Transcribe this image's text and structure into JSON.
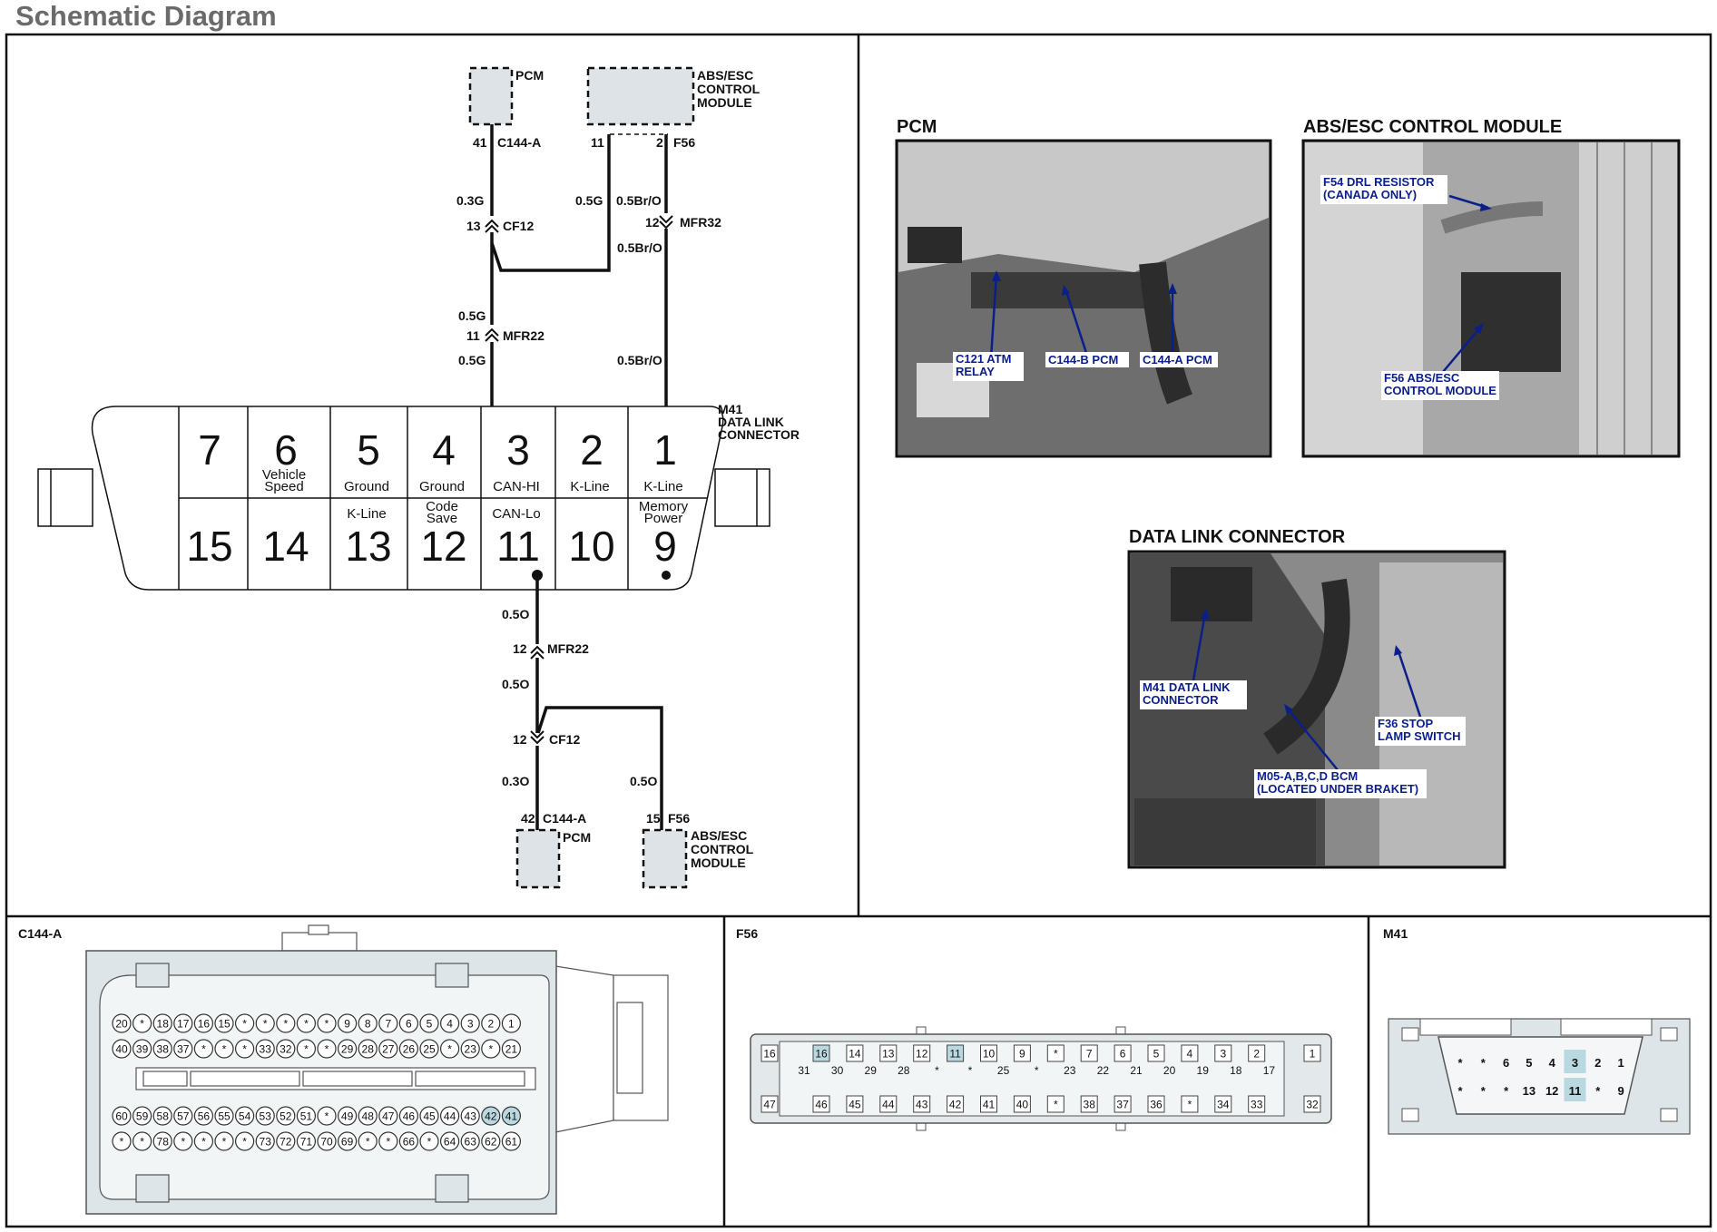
{
  "page": {
    "title": "Schematic Diagram"
  },
  "schematic": {
    "pcm_top": {
      "label": "PCM",
      "pin": "41",
      "connector": "C144-A"
    },
    "abs_top": {
      "label_lines": [
        "ABS/ESC",
        "CONTROL",
        "MODULE"
      ],
      "pin_left": "11",
      "pin_right": "2",
      "connector": "F56"
    },
    "wires": {
      "pcm_top_wire": "0.3G",
      "splice_wire": "0.5G",
      "abs_wire_1": "0.5Br/O",
      "abs_wire_2": "0.5Br/O",
      "abs_wire_3": "0.5Br/O",
      "mid_wire_1": "0.5G",
      "mid_wire_2": "0.5G",
      "dlc11_wire_1": "0.5O",
      "dlc11_wire_2": "0.5O",
      "pcm_bottom_wire": "0.3O",
      "abs_bottom_wire": "0.5O"
    },
    "inline_connectors": {
      "cf12_top": {
        "pin": "13",
        "name": "CF12"
      },
      "mfr32": {
        "pin": "12",
        "name": "MFR32"
      },
      "mfr22_top": {
        "pin": "11",
        "name": "MFR22"
      },
      "mfr22_bottom": {
        "pin": "12",
        "name": "MFR22"
      },
      "cf12_bottom": {
        "pin": "12",
        "name": "CF12"
      }
    },
    "dlc": {
      "label_lines": [
        "M41",
        "DATA LINK",
        "CONNECTOR"
      ],
      "top_pins": [
        {
          "num": "7",
          "label": ""
        },
        {
          "num": "6",
          "label": "Vehicle Speed"
        },
        {
          "num": "5",
          "label": "Ground"
        },
        {
          "num": "4",
          "label": "Ground"
        },
        {
          "num": "3",
          "label": "CAN-HI"
        },
        {
          "num": "2",
          "label": "K-Line"
        },
        {
          "num": "1",
          "label": "K-Line"
        }
      ],
      "bottom_pins": [
        {
          "num": "15",
          "label": ""
        },
        {
          "num": "14",
          "label": ""
        },
        {
          "num": "13",
          "label": "K-Line"
        },
        {
          "num": "12",
          "label": "Code Save"
        },
        {
          "num": "11",
          "label": "CAN-Lo"
        },
        {
          "num": "10",
          "label": ""
        },
        {
          "num": "9",
          "label": "Memory Power"
        }
      ]
    },
    "pcm_bottom": {
      "label": "PCM",
      "pin": "42",
      "connector": "C144-A"
    },
    "abs_bottom": {
      "label_lines": [
        "ABS/ESC",
        "CONTROL",
        "MODULE"
      ],
      "pin": "15",
      "connector": "F56"
    }
  },
  "photos": {
    "pcm": {
      "caption": "PCM",
      "callouts": [
        [
          "C121 ATM",
          "RELAY"
        ],
        [
          "C144-B PCM"
        ],
        [
          "C144-A PCM"
        ]
      ]
    },
    "abs": {
      "caption": "ABS/ESC CONTROL MODULE",
      "callouts": [
        [
          "F54 DRL RESISTOR",
          "(CANADA ONLY)"
        ],
        [
          "F56 ABS/ESC",
          "CONTROL MODULE"
        ]
      ]
    },
    "dlc": {
      "caption": "DATA LINK CONNECTOR",
      "callouts": [
        [
          "M41 DATA LINK",
          "CONNECTOR"
        ],
        [
          "F36 STOP",
          "LAMP SWITCH"
        ],
        [
          "M05-A,B,C,D BCM",
          "(LOCATED UNDER BRAKET)"
        ]
      ]
    }
  },
  "connectors": {
    "c144a": {
      "title": "C144-A",
      "row1": [
        "20",
        "*",
        "18",
        "17",
        "16",
        "15",
        "*",
        "*",
        "*",
        "*",
        "*",
        "9",
        "8",
        "7",
        "6",
        "5",
        "4",
        "3",
        "2",
        "1"
      ],
      "row2": [
        "40",
        "39",
        "38",
        "37",
        "*",
        "*",
        "*",
        "33",
        "32",
        "*",
        "*",
        "29",
        "28",
        "27",
        "26",
        "25",
        "*",
        "23",
        "*",
        "21"
      ],
      "row3": [
        "60",
        "59",
        "58",
        "57",
        "56",
        "55",
        "54",
        "53",
        "52",
        "51",
        "*",
        "49",
        "48",
        "47",
        "46",
        "45",
        "44",
        "43",
        "42",
        "41"
      ],
      "row4": [
        "*",
        "*",
        "78",
        "*",
        "*",
        "*",
        "*",
        "73",
        "72",
        "71",
        "70",
        "69",
        "*",
        "*",
        "66",
        "*",
        "64",
        "63",
        "62",
        "61"
      ]
    },
    "f56": {
      "title": "F56",
      "left_end": [
        "16",
        "47"
      ],
      "right_end": [
        "1",
        "32"
      ],
      "upper": [
        "16",
        "14",
        "13",
        "12",
        "11",
        "10",
        "9",
        "*",
        "7",
        "6",
        "5",
        "4",
        "3",
        "2"
      ],
      "middle": [
        "31",
        "30",
        "29",
        "28",
        "*",
        "*",
        "25",
        "*",
        "23",
        "22",
        "21",
        "20",
        "19",
        "18",
        "17"
      ],
      "lower": [
        "46",
        "45",
        "44",
        "43",
        "42",
        "41",
        "40",
        "*",
        "38",
        "37",
        "36",
        "*",
        "34",
        "33"
      ]
    },
    "m41": {
      "title": "M41",
      "top": [
        "*",
        "*",
        "6",
        "5",
        "4",
        "3",
        "2",
        "1"
      ],
      "bottom": [
        "*",
        "*",
        "*",
        "13",
        "12",
        "11",
        "*",
        "9"
      ]
    }
  }
}
